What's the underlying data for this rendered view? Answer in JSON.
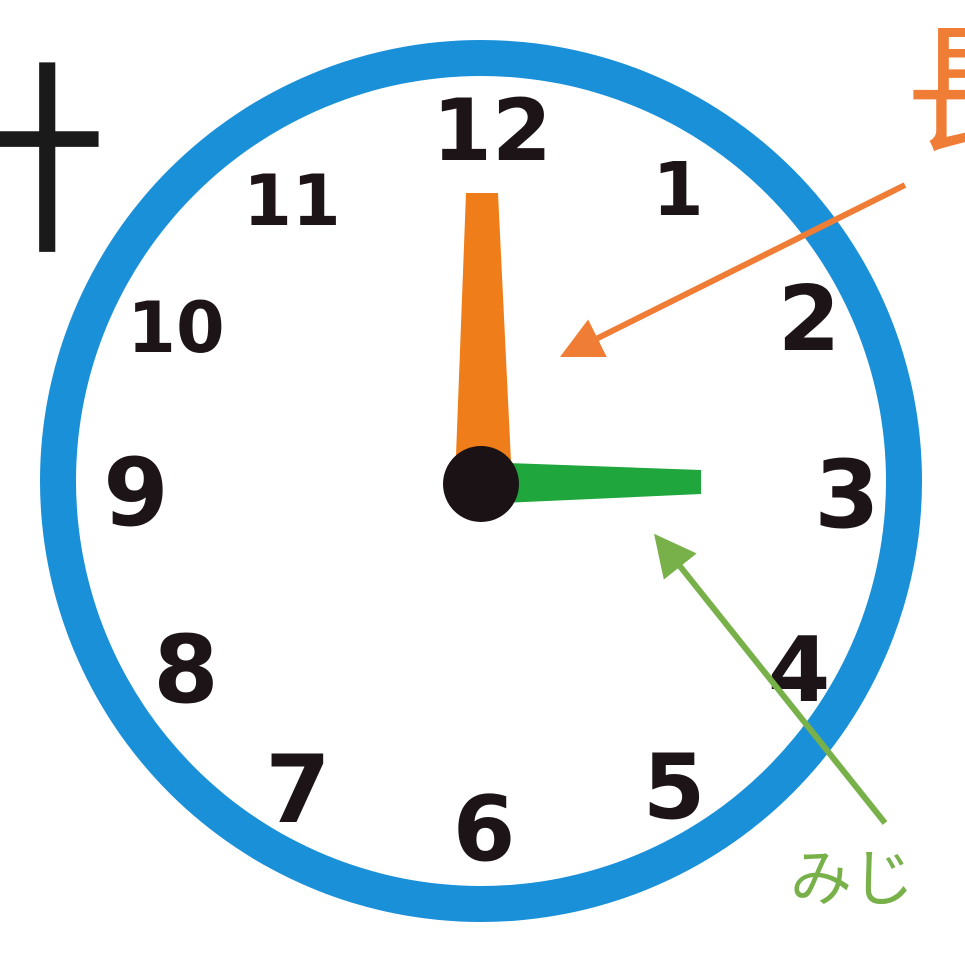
{
  "title_fragment": "計",
  "clock": {
    "numbers": [
      "12",
      "1",
      "2",
      "3",
      "4",
      "5",
      "6",
      "7",
      "8",
      "9",
      "10",
      "11"
    ],
    "hour_hand_value": 3,
    "minute_hand_value": 0,
    "rim_color": "#1a90d9",
    "face_color": "#ffffff",
    "minute_hand_color": "#ef7d19",
    "hour_hand_color": "#1fa63c",
    "center_color": "#1a1214"
  },
  "labels": {
    "long_hand": {
      "text": "長",
      "color": "#ef7d35"
    },
    "short_hand": {
      "text": "みじ",
      "color": "#78b04a"
    }
  }
}
